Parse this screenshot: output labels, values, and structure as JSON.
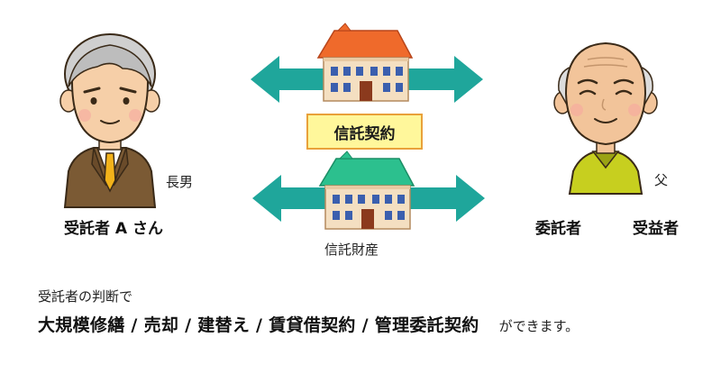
{
  "contract_label": "信託契約",
  "property_label": "信託財産",
  "trustee": {
    "relation": "長男",
    "role": "受託者 A さん"
  },
  "settlor": {
    "relation": "父",
    "role_left": "委託者",
    "role_right": "受益者"
  },
  "footer": {
    "line1": "受託者の判断で",
    "actions": "大規模修繕 / 売却 / 建替え / 賃貸借契約 / 管理委託契約",
    "suffix": "ができます。"
  },
  "colors": {
    "arrow": "#1fa69b",
    "house_top_roof": "#ef6a2b",
    "house_bottom_roof": "#2cc08e",
    "box_fill": "#fff79b",
    "box_border": "#e9a13a"
  }
}
